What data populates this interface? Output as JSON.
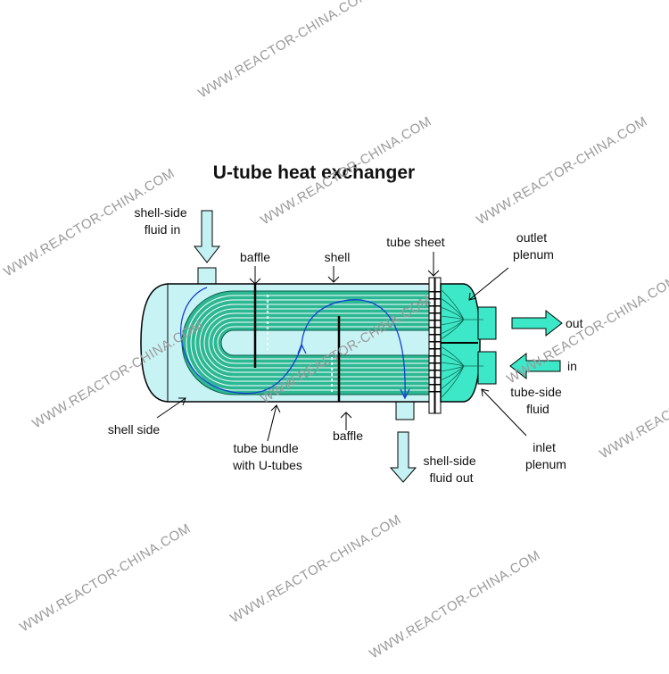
{
  "title": "U-tube heat exchanger",
  "labels": {
    "shell_side_fluid_in": [
      "shell-side",
      "fluid in"
    ],
    "baffle_top": "baffle",
    "shell": "shell",
    "tube_sheet": "tube sheet",
    "outlet_plenum": [
      "outlet",
      "plenum"
    ],
    "out": "out",
    "in": "in",
    "tube_side_fluid": [
      "tube-side",
      "fluid"
    ],
    "inlet_plenum": [
      "inlet",
      "plenum"
    ],
    "shell_side": "shell side",
    "tube_bundle": [
      "tube bundle",
      "with U-tubes"
    ],
    "baffle_bottom": "baffle",
    "shell_side_fluid_out": [
      "shell-side",
      "fluid out"
    ]
  },
  "watermark": "WWW.REACTOR-CHINA.COM",
  "colors": {
    "shell_fill": "#c8f3f5",
    "tube_fill": "#2db894",
    "tube_line": "#ffffff",
    "plenum_fill": "#3de8c8",
    "arrow_fill": "#c4f2f4",
    "outline": "#000000",
    "flow_path": "#1040d0"
  }
}
